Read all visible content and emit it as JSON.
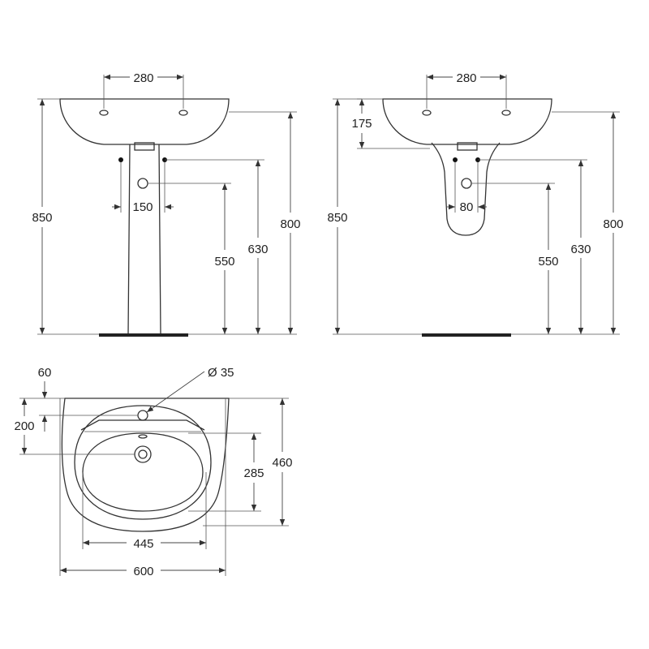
{
  "front_view": {
    "tap_spacing": "280",
    "total_height": "850",
    "rim_height": "800",
    "waste_height": "630",
    "supply_height": "550",
    "supply_spacing": "150"
  },
  "side_view": {
    "tap_spacing": "280",
    "basin_depth": "175",
    "total_height": "850",
    "rim_height": "800",
    "waste_height": "630",
    "supply_height": "550",
    "supply_spacing": "80"
  },
  "plan_view": {
    "tap_hole_offset": "60",
    "tap_hole_diameter": "Ø 35",
    "waste_offset": "200",
    "bowl_depth": "285",
    "overall_depth": "460",
    "bowl_width": "445",
    "overall_width": "600"
  },
  "colors": {
    "line": "#333333",
    "floor": "#222222"
  }
}
